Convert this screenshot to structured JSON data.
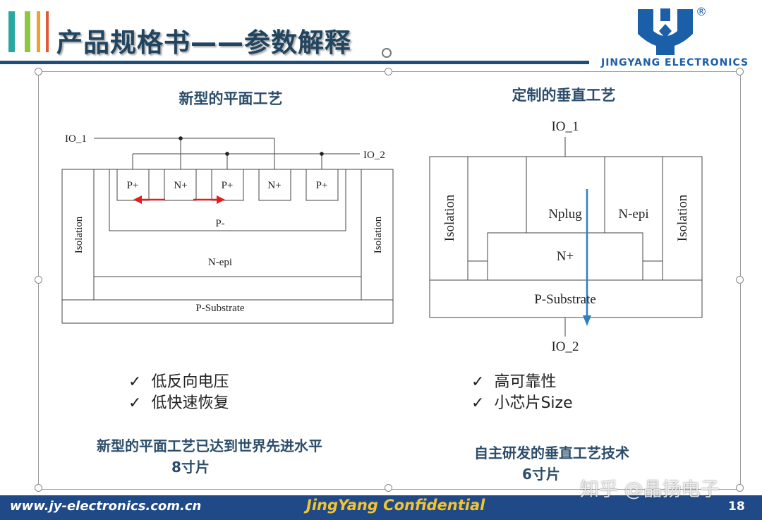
{
  "header": {
    "title": "产品规格书——参数解释",
    "brand_text": "JINGYANG  ELECTRONICS",
    "registered_mark": "®",
    "bar_colors": [
      "#2aa7a1",
      "#8ec641",
      "#f0a030",
      "#e05a3a"
    ]
  },
  "left": {
    "heading": "新型的平面工艺",
    "labels": {
      "io1": "IO_1",
      "io2": "IO_2",
      "p_plus_1": "P+",
      "n_plus_1": "N+",
      "p_plus_2": "P+",
      "n_plus_2": "N+",
      "p_plus_3": "P+",
      "p_minus": "P-",
      "n_epi": "N-epi",
      "p_substrate": "P-Substrate",
      "isolation_left": "Isolation",
      "isolation_right": "Isolation"
    },
    "bullets": [
      "低反向电压",
      "低快速恢复"
    ],
    "note_line1": "新型的平面工艺已达到世界先进水平",
    "note_line2": "8寸片"
  },
  "right": {
    "heading": "定制的垂直工艺",
    "labels": {
      "io1": "IO_1",
      "io2": "IO_2",
      "isolation_left": "Isolation",
      "isolation_right": "Isolation",
      "nplug": "Nplug",
      "n_epi": "N-epi",
      "n_plus": "N+",
      "p_substrate": "P-Substrate"
    },
    "bullets": [
      "高可靠性",
      "小芯片Size"
    ],
    "note_line1": "自主研发的垂直工艺技术",
    "note_line2": "6寸片"
  },
  "check_mark": "✓",
  "footer": {
    "url": "www.jy-electronics.com.cn",
    "confidential": "JingYang Confidential",
    "page_number": "18"
  },
  "watermark": "知乎 @晶扬电子",
  "colors": {
    "title": "#21445f",
    "brand_blue": "#1b5fa8",
    "footer_bg": "#1f4a87",
    "confidential": "#f4c430",
    "arrow_red": "#e02020",
    "arrow_blue": "#2f7fc4"
  }
}
